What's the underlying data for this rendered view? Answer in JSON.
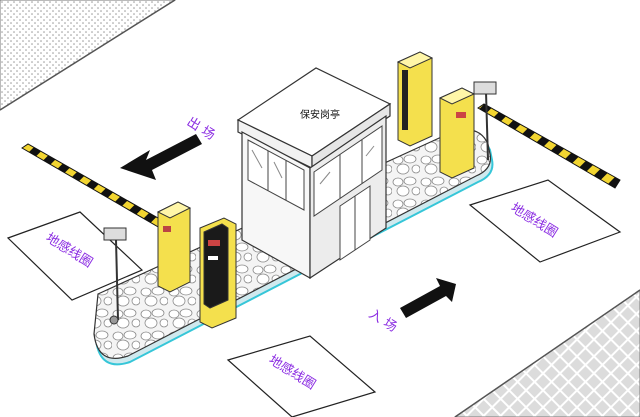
{
  "labels": {
    "exit": "出 场",
    "entry": "入 场",
    "booth": "保安岗亭",
    "loop_left": "地感线圈",
    "loop_right": "地感线圈",
    "loop_bottom": "地感线圈"
  },
  "colors": {
    "label_text": "#8a2be2",
    "machine_yellow": "#f4e04d",
    "island_edge": "#36c6d8",
    "barrier_black": "#111111",
    "barrier_yellow": "#f2d531"
  }
}
